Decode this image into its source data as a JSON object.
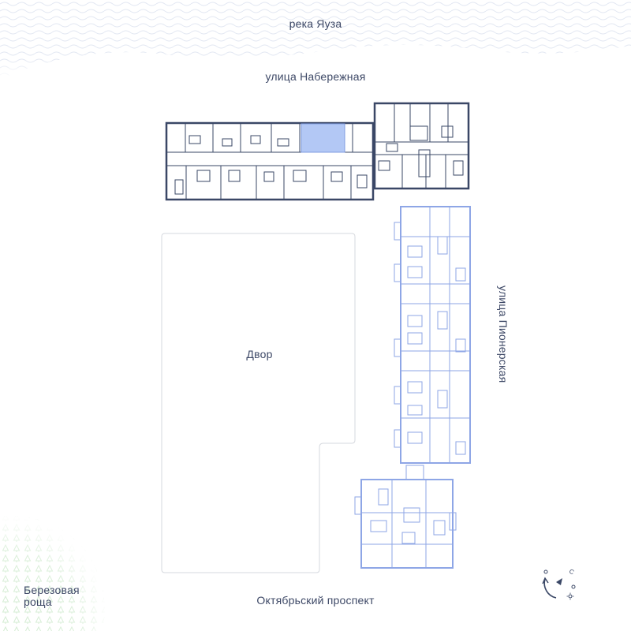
{
  "labels": {
    "river": "река Яуза",
    "embankment_street": "улица Набережная",
    "courtyard": "Двор",
    "pionerskaya_street": "улица Пионерская",
    "avenue": "Октябрьский проспект",
    "grove_line1": "Березовая",
    "grove_line2": "роща"
  },
  "compass": {
    "north_letter": "С"
  },
  "colors": {
    "text": "#3d4866",
    "wall_dark": "#3a4766",
    "wall_light": "#8ea6e6",
    "highlight_unit": "#b3c8f5",
    "waves": "#dfe5f2",
    "trees": "#d3ecd2",
    "courtyard_outline": "#d6d9df"
  },
  "icons": [
    "wave-pattern",
    "tree-pattern",
    "compass-icon"
  ]
}
